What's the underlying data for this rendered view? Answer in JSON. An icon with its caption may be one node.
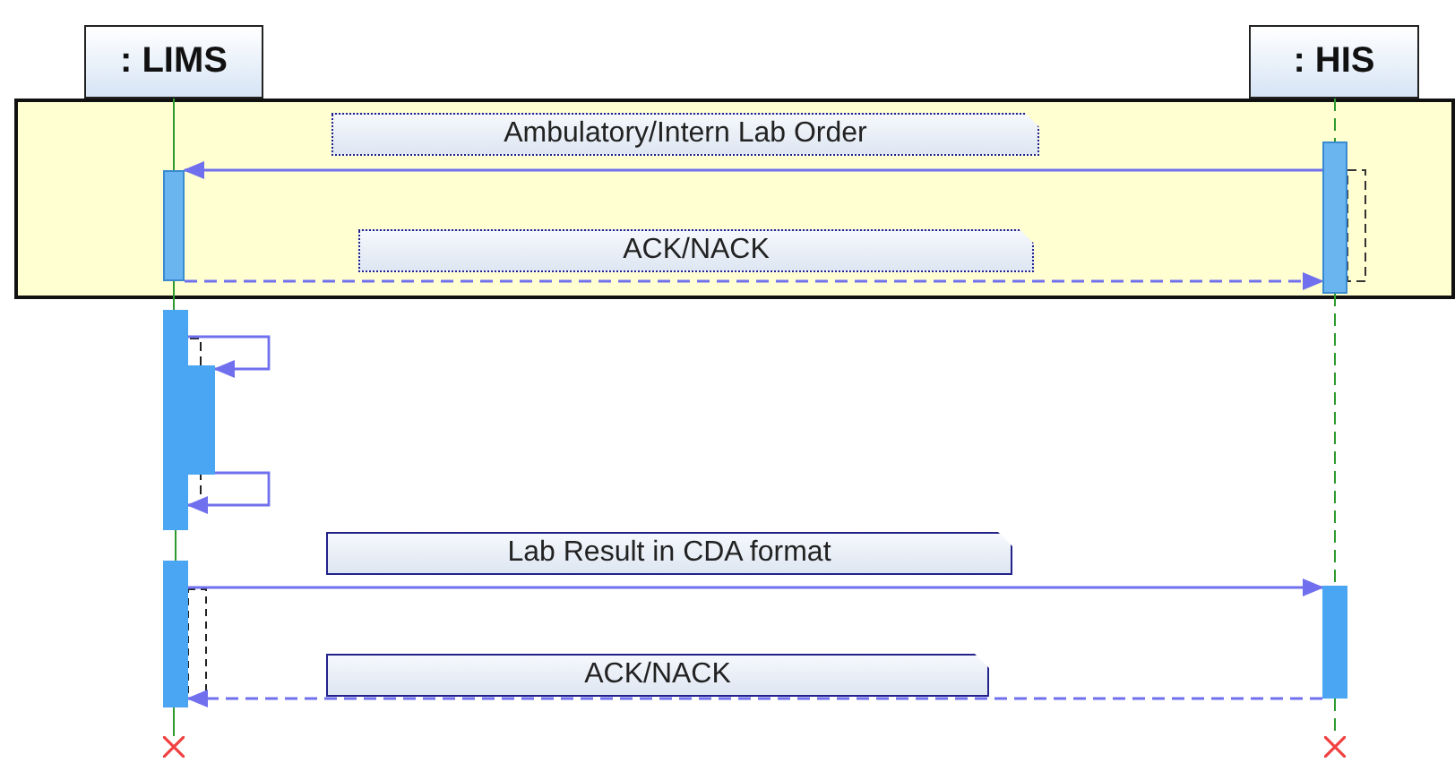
{
  "diagram": {
    "nodes": [
      {
        "text": [
          ": LIMS"
        ]
      },
      {
        "text": [
          ": HIS"
        ]
      },
      {
        "text": [],
        "shape": "box"
      },
      {
        "text": [],
        "shape": "bar",
        "in": 2
      },
      {
        "text": [],
        "shape": "bar",
        "in": 2
      },
      {
        "text": [],
        "shape": "bar"
      },
      {
        "text": [],
        "shape": "bar"
      },
      {
        "text": [],
        "shape": "bar"
      },
      {
        "text": [],
        "shape": "bar"
      },
      {
        "text": [],
        "shape": "cross"
      },
      {
        "text": [],
        "shape": "cross"
      }
    ],
    "edges": [
      {
        "from": 4,
        "to": 3,
        "arrow": "to",
        "label": "Ambulatory/Intern Lab Order",
        "color": "#7070ee"
      },
      {
        "from": 3,
        "to": 4,
        "arrow": "to",
        "label": "ACK/NACK",
        "style": "dashed",
        "color": "#7070ee"
      },
      {
        "from": 5,
        "to": 6,
        "arrow": "to",
        "color": "#7070ee"
      },
      {
        "from": 6,
        "to": 5,
        "arrow": "to",
        "color": "#7070ee"
      },
      {
        "from": 7,
        "to": 8,
        "arrow": "to",
        "label": "Lab Result in CDA format",
        "color": "#7070ee"
      },
      {
        "from": 8,
        "to": 7,
        "arrow": "to",
        "label": "ACK/NACK",
        "style": "dashed",
        "color": "#7070ee"
      },
      {
        "from": 0,
        "to": 3,
        "arrow": "none",
        "color": "#2e9a2e"
      },
      {
        "from": 3,
        "to": 5,
        "arrow": "none",
        "color": "#2e9a2e"
      },
      {
        "from": 5,
        "to": 7,
        "arrow": "none",
        "color": "#2e9a2e"
      },
      {
        "from": 7,
        "to": 9,
        "arrow": "none",
        "color": "#2e9a2e"
      },
      {
        "from": 1,
        "to": 4,
        "arrow": "none",
        "style": "dashed",
        "color": "#2e9a2e"
      },
      {
        "from": 4,
        "to": 8,
        "arrow": "none",
        "style": "dashed",
        "color": "#2e9a2e"
      },
      {
        "from": 8,
        "to": 10,
        "arrow": "none",
        "style": "dashed",
        "color": "#2e9a2e"
      }
    ]
  }
}
